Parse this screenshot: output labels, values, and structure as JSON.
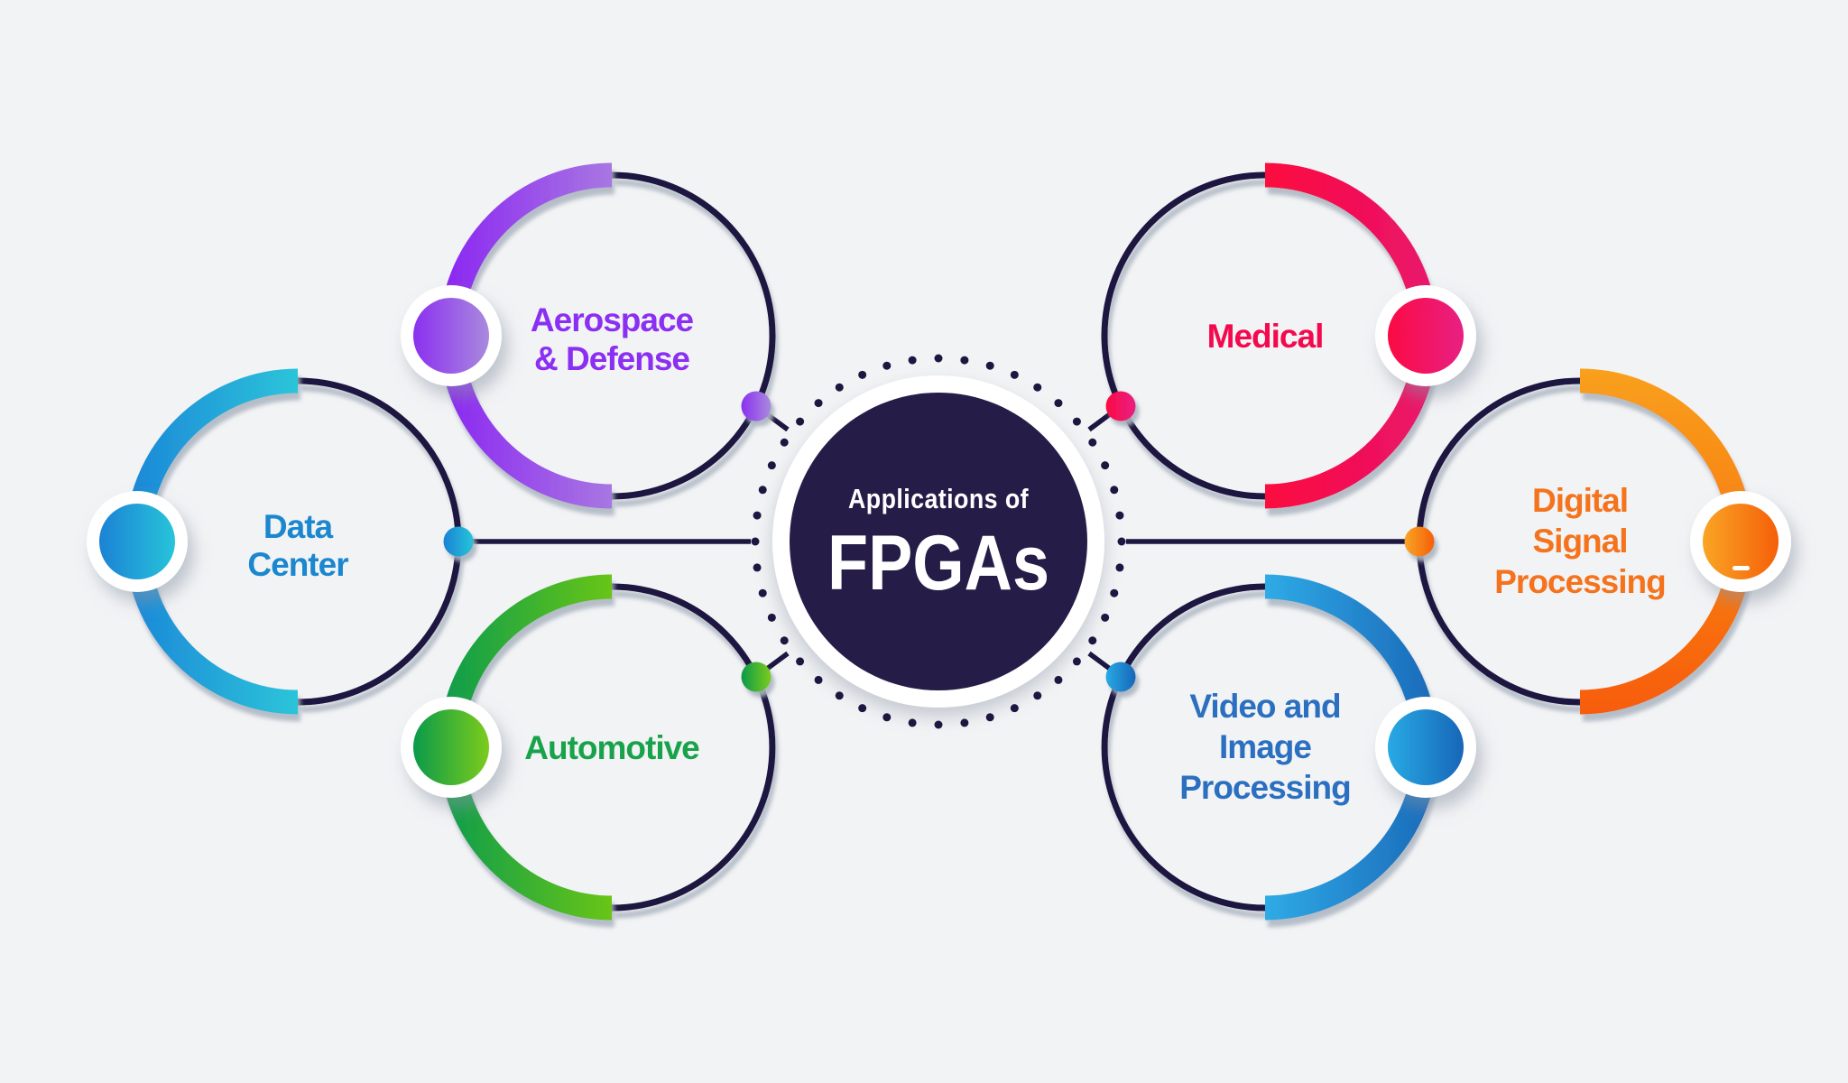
{
  "title": {
    "line1": "Applications of",
    "line2": "FPGAs"
  },
  "background": "#f2f3f5",
  "center": {
    "circle_color": "#251d47",
    "ring_color": "#ffffff",
    "dot_ring_color": "#1d1640",
    "text_color": "#ffffff"
  },
  "connector_color": "#1d1640",
  "outline_color": "#1d1640",
  "nodes": [
    {
      "id": "aerospace",
      "label": "Aerospace & Defense",
      "lines": [
        "Aerospace",
        "& Defense"
      ],
      "text_color": "#8b2ff2",
      "arc_outer": "#8a24f2",
      "arc_tip": "#a877e2",
      "badge_from": "#8b30f0",
      "badge_to": "#a98ade"
    },
    {
      "id": "data-center",
      "label": "Data Center",
      "lines": [
        "Data",
        "Center"
      ],
      "text_color": "#1b87cf",
      "arc_outer": "#1b86d8",
      "arc_tip": "#2cc4d9",
      "badge_from": "#1b82d4",
      "badge_to": "#27c4da"
    },
    {
      "id": "automotive",
      "label": "Automotive",
      "lines": [
        "Automotive"
      ],
      "text_color": "#18a34b",
      "arc_outer": "#0b9b4d",
      "arc_tip": "#68c517",
      "badge_from": "#0a9a4a",
      "badge_to": "#7ccc1b"
    },
    {
      "id": "medical",
      "label": "Medical",
      "lines": [
        "Medical"
      ],
      "text_color": "#f4094e",
      "arc_outer": "#e8156e",
      "arc_tip": "#fb0a3e",
      "badge_from": "#fb0a43",
      "badge_to": "#e82083"
    },
    {
      "id": "dsp",
      "label": "Digital Signal Processing",
      "lines": [
        "Digital",
        "Signal",
        "Processing"
      ],
      "text_color": "#f4731c",
      "arc_outer": "#f75c0c",
      "arc_tip": "#f9a01c",
      "badge_from": "#f9a525",
      "badge_to": "#f55f09"
    },
    {
      "id": "video",
      "label": "Video and Image Processing",
      "lines": [
        "Video and",
        "Image",
        "Processing"
      ],
      "text_color": "#2b6fc0",
      "arc_outer": "#1a68b8",
      "arc_tip": "#2fabe6",
      "badge_from": "#28aae4",
      "badge_to": "#1766b8"
    }
  ]
}
